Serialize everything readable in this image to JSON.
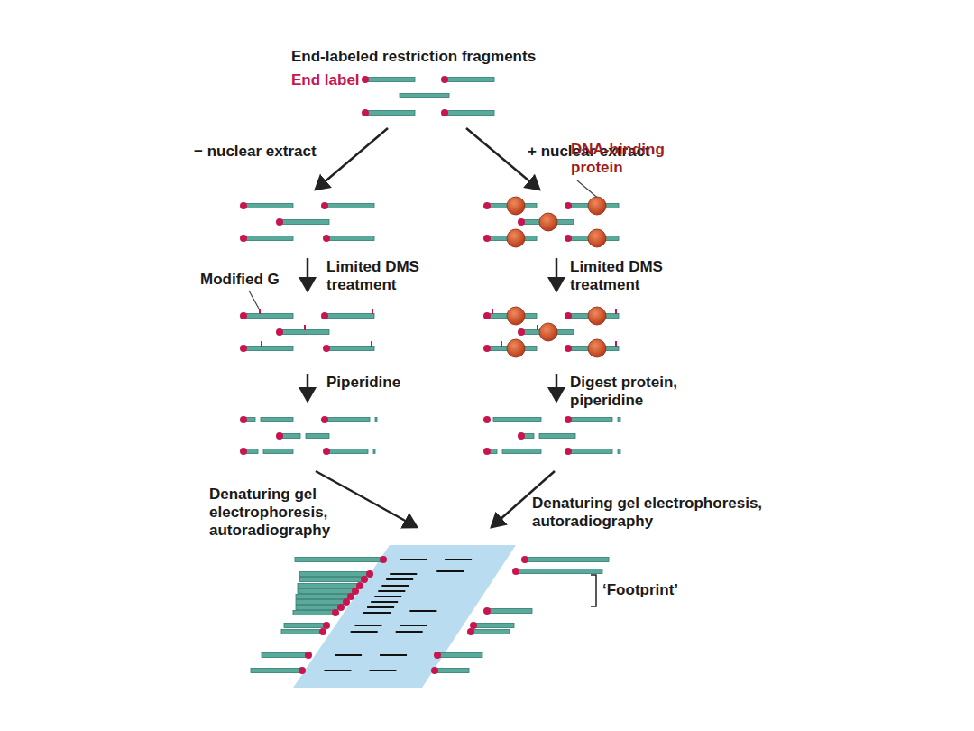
{
  "diagram": {
    "title": "End-labeled restriction fragments",
    "labels": [
      "End label",
      "− nuclear extract",
      "+ nuclear extract",
      "DNA-binding protein",
      "Modified G",
      "Limited DMS treatment",
      "Limited DMS treatment",
      "Piperidine",
      "Digest protein, piperidine",
      "Denaturing gel electrophoresis, autoradiography",
      "Denaturing gel electrophoresis, autoradiography",
      "‘Footprint’"
    ]
  }
}
